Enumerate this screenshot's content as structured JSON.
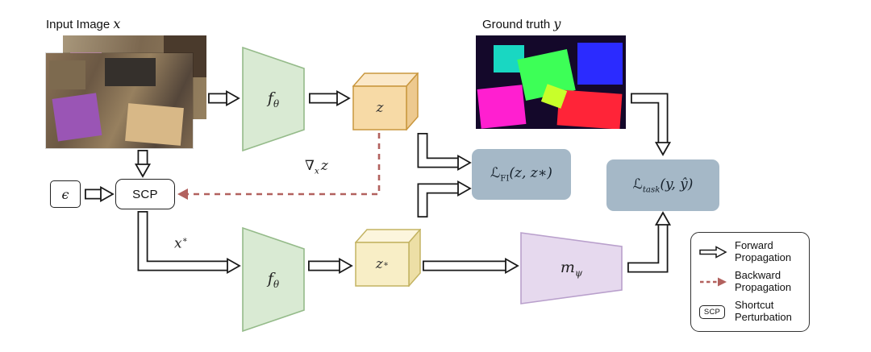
{
  "figure": {
    "input_image_label": "Input Image",
    "input_image_var": "x",
    "ground_truth_label": "Ground truth",
    "ground_truth_var": "y"
  },
  "nodes": {
    "encoder_top": {
      "base": "f",
      "sub": "θ"
    },
    "encoder_bottom": {
      "base": "f",
      "sub": "θ"
    },
    "latent_z": {
      "base": "z",
      "sup": ""
    },
    "latent_z_star": {
      "base": "z",
      "sup": "∗"
    },
    "task_head": {
      "base": "m",
      "sub": "ψ"
    },
    "loss_fi": {
      "script": "ℒ",
      "sub": "FI",
      "args": "(z, z∗)"
    },
    "loss_task": {
      "script": "ℒ",
      "sub": "task",
      "args": "(y, ŷ)"
    },
    "epsilon": "ϵ",
    "scp": "SCP"
  },
  "annotations": {
    "gradient": {
      "nabla": "∇",
      "sub": "x",
      "var": "z"
    },
    "x_star": {
      "base": "x",
      "sup": "∗"
    }
  },
  "legend": {
    "items": [
      {
        "icon": "forward-arrow-icon",
        "label": "Forward Propagation"
      },
      {
        "icon": "backward-arrow-icon",
        "label": "Backward Propagation"
      },
      {
        "icon": "scp-box-icon",
        "label": "Shortcut Perturbation"
      }
    ],
    "scp_chip": "SCP"
  },
  "edges": [
    {
      "from": "input-image",
      "to": "encoder-top",
      "type": "forward"
    },
    {
      "from": "encoder-top",
      "to": "latent-z",
      "type": "forward"
    },
    {
      "from": "latent-z",
      "to": "loss-fi",
      "type": "forward"
    },
    {
      "from": "latent-z-star",
      "to": "loss-fi",
      "type": "forward"
    },
    {
      "from": "ground-truth",
      "to": "loss-task",
      "type": "forward"
    },
    {
      "from": "epsilon",
      "to": "scp",
      "type": "forward"
    },
    {
      "from": "input-image",
      "to": "scp",
      "type": "forward"
    },
    {
      "from": "scp",
      "to": "encoder-bottom",
      "type": "forward",
      "label": "x∗"
    },
    {
      "from": "encoder-bottom",
      "to": "latent-z-star",
      "type": "forward"
    },
    {
      "from": "latent-z-star",
      "to": "task-head",
      "type": "forward"
    },
    {
      "from": "task-head",
      "to": "loss-task",
      "type": "forward"
    },
    {
      "from": "latent-z",
      "to": "scp",
      "type": "backward",
      "label": "∇x z"
    }
  ],
  "colors": {
    "encoder_fill": "#d9ead3",
    "encoder_stroke": "#95bb8a",
    "latent_z_fill": "#f7daa6",
    "latent_z_top_fill": "#fbe8c8",
    "latent_z_side_fill": "#edc98f",
    "latent_z_stroke": "#c9973f",
    "latent_z_star_fill": "#f8eec6",
    "latent_z_star_top_fill": "#fcf5dd",
    "latent_z_star_side_fill": "#eddfa6",
    "latent_z_star_stroke": "#c3b362",
    "task_head_fill": "#e6d9ee",
    "task_head_stroke": "#b9a0cc",
    "loss_fill": "#a5b8c7",
    "forward_arrow_stroke": "#1a1a1a",
    "backward_arrow": "#b2615e"
  }
}
